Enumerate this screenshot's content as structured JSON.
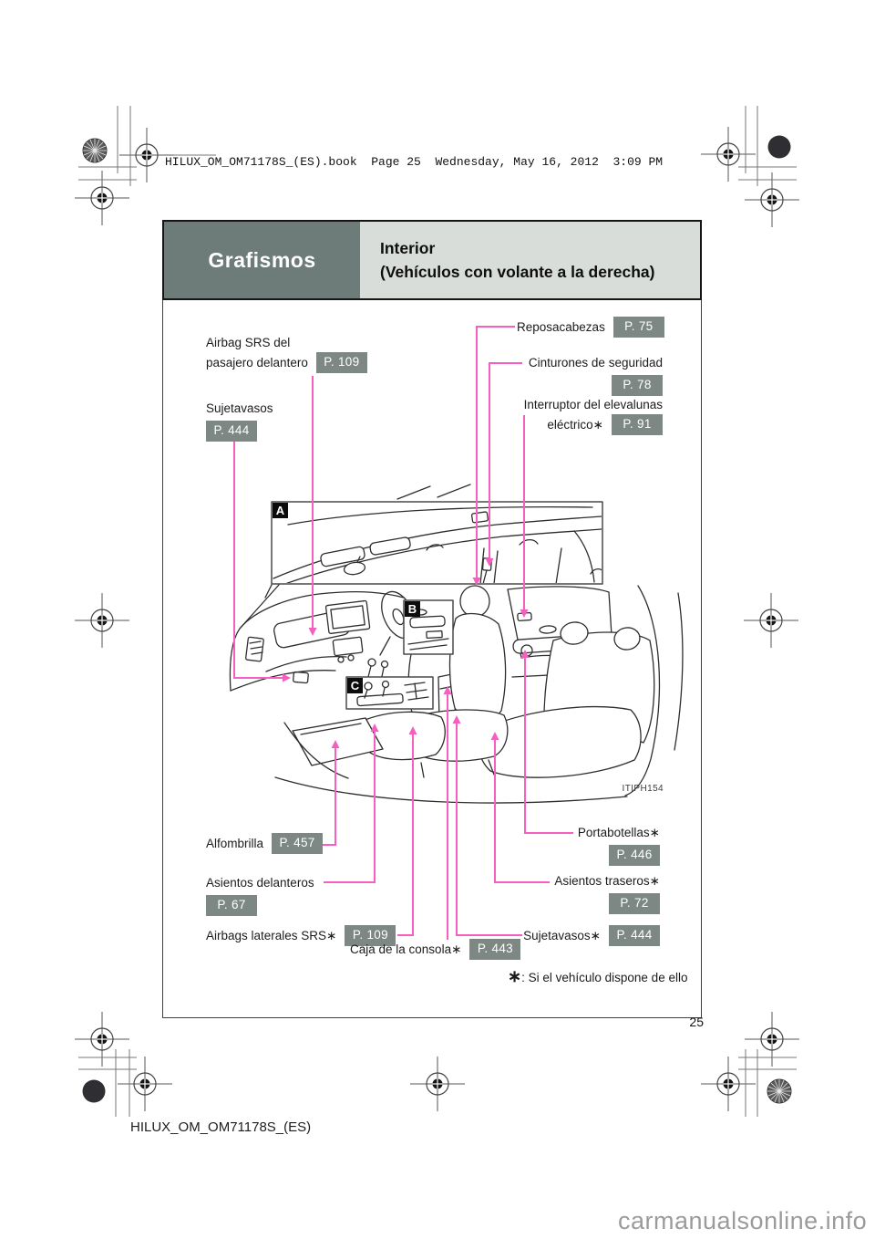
{
  "document": {
    "print_line": "HILUX_OM_OM71178S_(ES).book  Page 25  Wednesday, May 16, 2012  3:09 PM",
    "page_number": "25",
    "footer_code": "HILUX_OM_OM71178S_(ES)",
    "watermark": "carmanualsonline.info"
  },
  "header": {
    "section": "Grafismos",
    "title_line1": "Interior",
    "title_line2": "(Vehículos con volante a la derecha)"
  },
  "figure": {
    "marker_a": "A",
    "marker_b": "B",
    "marker_c": "C",
    "code": "ITIPH154"
  },
  "callouts": {
    "airbag_front": {
      "line1": "Airbag SRS del",
      "line2": "pasajero delantero",
      "ref": "P. 109"
    },
    "cupholders_front": {
      "text": "Sujetavasos",
      "ref": "P. 444"
    },
    "headrests": {
      "text": "Reposacabezas",
      "ref": "P. 75"
    },
    "seatbelts": {
      "text": "Cinturones de seguridad",
      "ref": "P. 78"
    },
    "power_window": {
      "line1": "Interruptor del elevalunas",
      "line2": "eléctrico∗",
      "ref": "P. 91"
    },
    "floor_mat": {
      "text": "Alfombrilla",
      "ref": "P. 457"
    },
    "front_seats": {
      "text": "Asientos delanteros",
      "ref": "P. 67"
    },
    "side_airbags": {
      "text": "Airbags laterales SRS∗",
      "ref": "P. 109"
    },
    "console_box": {
      "text": "Caja de la consola∗",
      "ref": "P. 443"
    },
    "bottle_holders": {
      "text": "Portabotellas∗",
      "ref": "P. 446"
    },
    "rear_seats": {
      "text": "Asientos traseros∗",
      "ref": "P. 72"
    },
    "cupholders_rear": {
      "text": "Sujetavasos∗",
      "ref": "P. 444"
    }
  },
  "footnote": {
    "symbol": "∗",
    "text": ": Si el vehículo dispone de ello"
  },
  "colors": {
    "banner_dark": "#6d7c78",
    "banner_light": "#d9ddda",
    "ref_box": "#7d8884",
    "connector": "#f45fc0",
    "watermark": "#9b9b9b"
  }
}
